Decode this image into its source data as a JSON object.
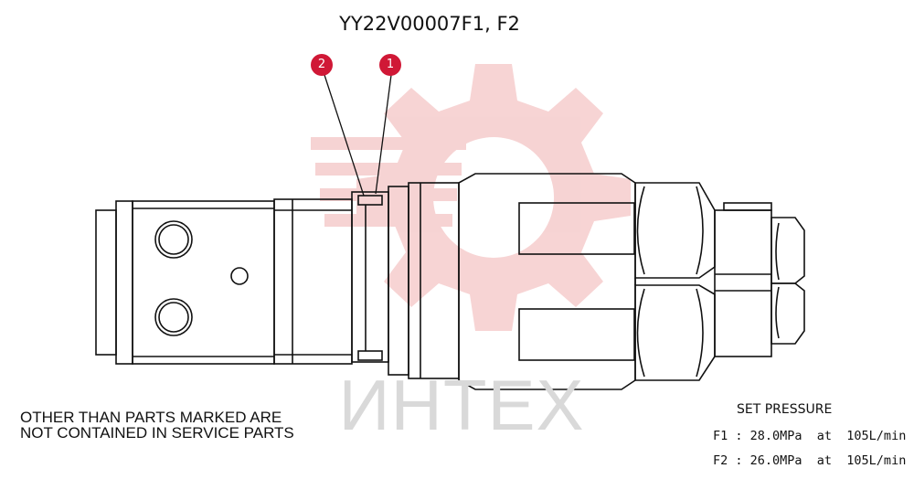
{
  "title": "YY22V00007F1, F2",
  "callouts": [
    "2",
    "1"
  ],
  "note": {
    "line1": "OTHER THAN PARTS MARKED ARE",
    "line2": "NOT CONTAINED IN SERVICE PARTS"
  },
  "pressure": {
    "title": "SET PRESSURE",
    "f1": "F1 : 28.0MPa  at  105L/min",
    "f2": "F2 : 26.0MPa  at  105L/min"
  },
  "watermark": {
    "text": "ИНТЕХ",
    "color": "#f2c8c8",
    "icon": "gear-logo-icon"
  },
  "colors": {
    "callout": "#d01836",
    "line": "#111111"
  }
}
